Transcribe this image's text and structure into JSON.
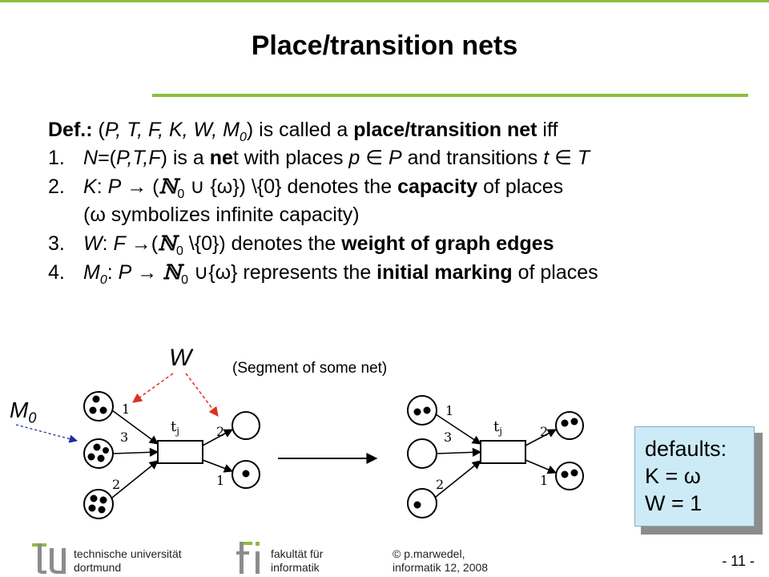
{
  "title": "Place/transition nets",
  "definition": {
    "intro": {
      "def_label": "Def.:",
      "open": " (",
      "tuple": "P, T, F, K, W, M",
      "tuple_sub": "0",
      "close": ")",
      "text1": " is called a ",
      "bold": "place/transition net",
      "text2": " iff"
    },
    "items": [
      {
        "num": "1.",
        "parts": [
          "N",
          "=(",
          "P,T,F",
          ") is a ",
          "ne",
          "t with places ",
          "p",
          " ∈ ",
          "P",
          " and transitions ",
          "t",
          " ∈ ",
          "T"
        ]
      },
      {
        "num": "2.",
        "line1": {
          "k": "K",
          "colon": ": ",
          "p": "P",
          "arrow": " → (",
          "n": "ℕ",
          "n_sub": "0",
          "rest1": " ∪ {ω}) \\{0} denotes the ",
          "bold": "capacity",
          "rest2": " of places"
        },
        "line2": "(ω symbolizes infinite capacity)"
      },
      {
        "num": "3.",
        "w": "W",
        "colon": ": ",
        "f": "F",
        "arrow": " →(",
        "n": "ℕ",
        "n_sub": "0",
        "rest1": " \\{0}) denotes the ",
        "bold": "weight of graph edges"
      },
      {
        "num": "4.",
        "m": "M",
        "m_sub": "0",
        "colon": ": ",
        "p": "P",
        "arrow": " → ",
        "n": "ℕ",
        "n_sub": "0",
        "rest1": " ∪{ω} represents the ",
        "bold": "initial marking",
        "rest2": " of places"
      }
    ]
  },
  "diagram": {
    "caption": "(Segment of some net)",
    "label_w": "W",
    "label_m": "M",
    "label_m_sub": "0",
    "transition_label": "t",
    "transition_sub": "j",
    "before": {
      "edge_weights": [
        "1",
        "3",
        "2",
        "2",
        "1"
      ]
    },
    "after": {
      "edge_weights": [
        "1",
        "3",
        "2",
        "2",
        "1"
      ]
    }
  },
  "defaults": {
    "heading": "defaults:",
    "k": "K = ω",
    "w": "W = 1"
  },
  "footer": {
    "uni_line1": "technische universität",
    "uni_line2": "dortmund",
    "fac_line1": "fakultät für",
    "fac_line2": "informatik",
    "author_line1": "© p.marwedel,",
    "author_line2": "informatik 12,  2008",
    "page": "- 11 -"
  },
  "colors": {
    "accent": "#8cbd3c",
    "logo_gray": "#8c8c8c",
    "defaults_bg": "#cdeaf7",
    "arrow_red": "#e0301e",
    "arrow_blue": "#1a2ea0"
  }
}
